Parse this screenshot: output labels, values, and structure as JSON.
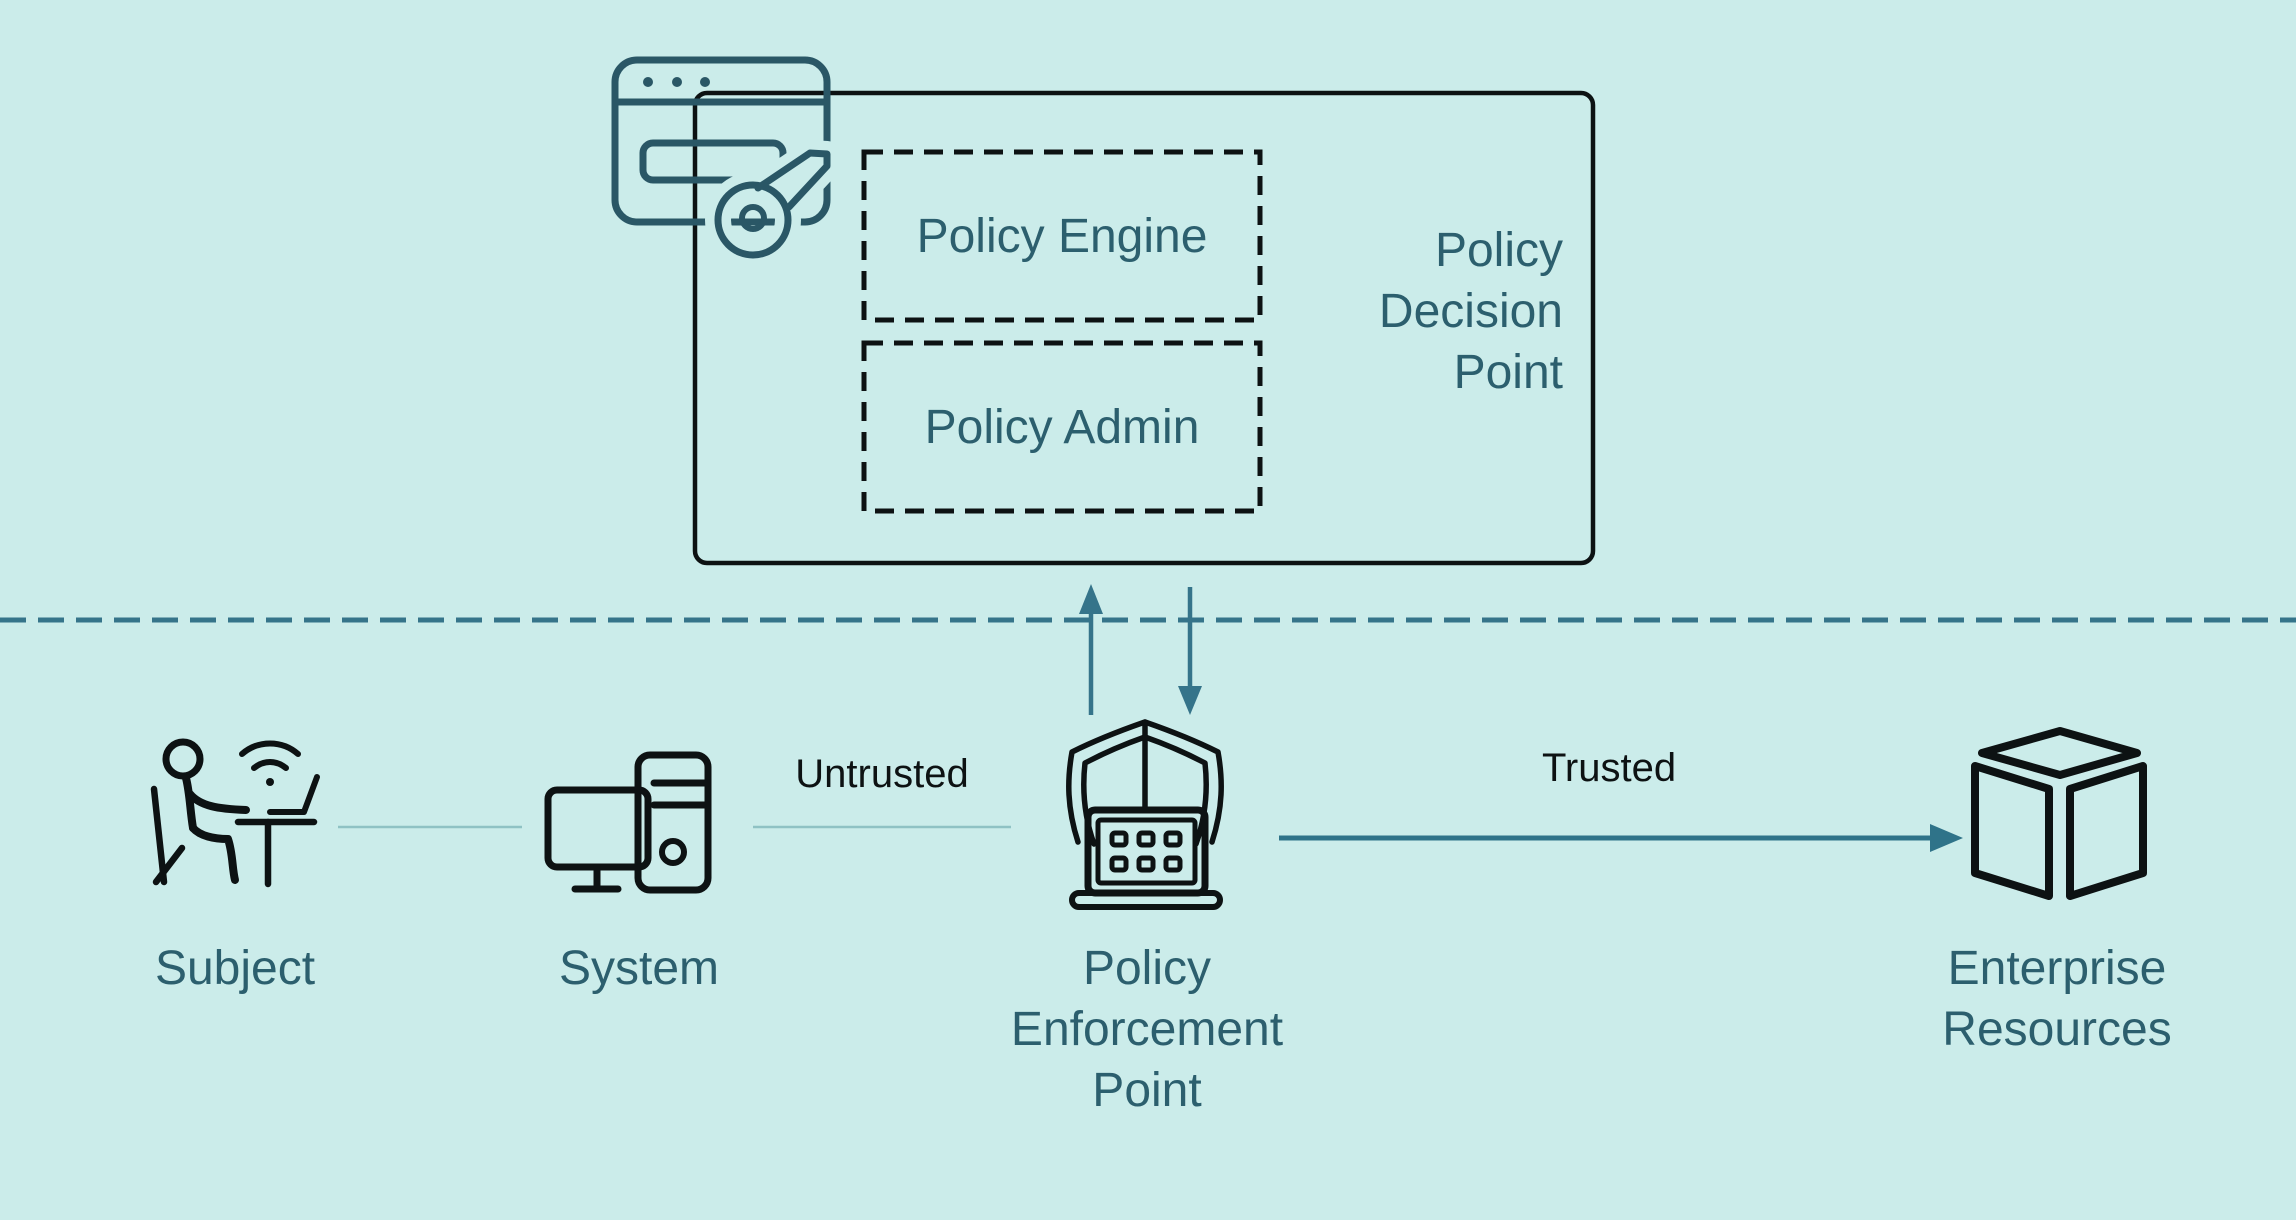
{
  "pdp": {
    "label": "Policy Decision Point",
    "engine": "Policy Engine",
    "admin": "Policy Admin",
    "icon": "browser-key-icon"
  },
  "zones": {
    "untrusted": "Untrusted",
    "trusted": "Trusted"
  },
  "nodes": {
    "subject": {
      "label": "Subject",
      "icon": "person-at-desk-icon"
    },
    "system": {
      "label": "System",
      "icon": "desktop-computer-icon"
    },
    "pep": {
      "label": "Policy Enforcement Point",
      "icon": "shield-laptop-icon"
    },
    "resources": {
      "label": "Enterprise Resources",
      "icon": "cube-icon"
    }
  },
  "colors": {
    "background": "#cbecea",
    "label_teal": "#2c5f6e",
    "accent_teal": "#35748a",
    "icon_teal": "#2a5766",
    "outline_black": "#0d1213",
    "connector_light": "#8fc2c4"
  }
}
